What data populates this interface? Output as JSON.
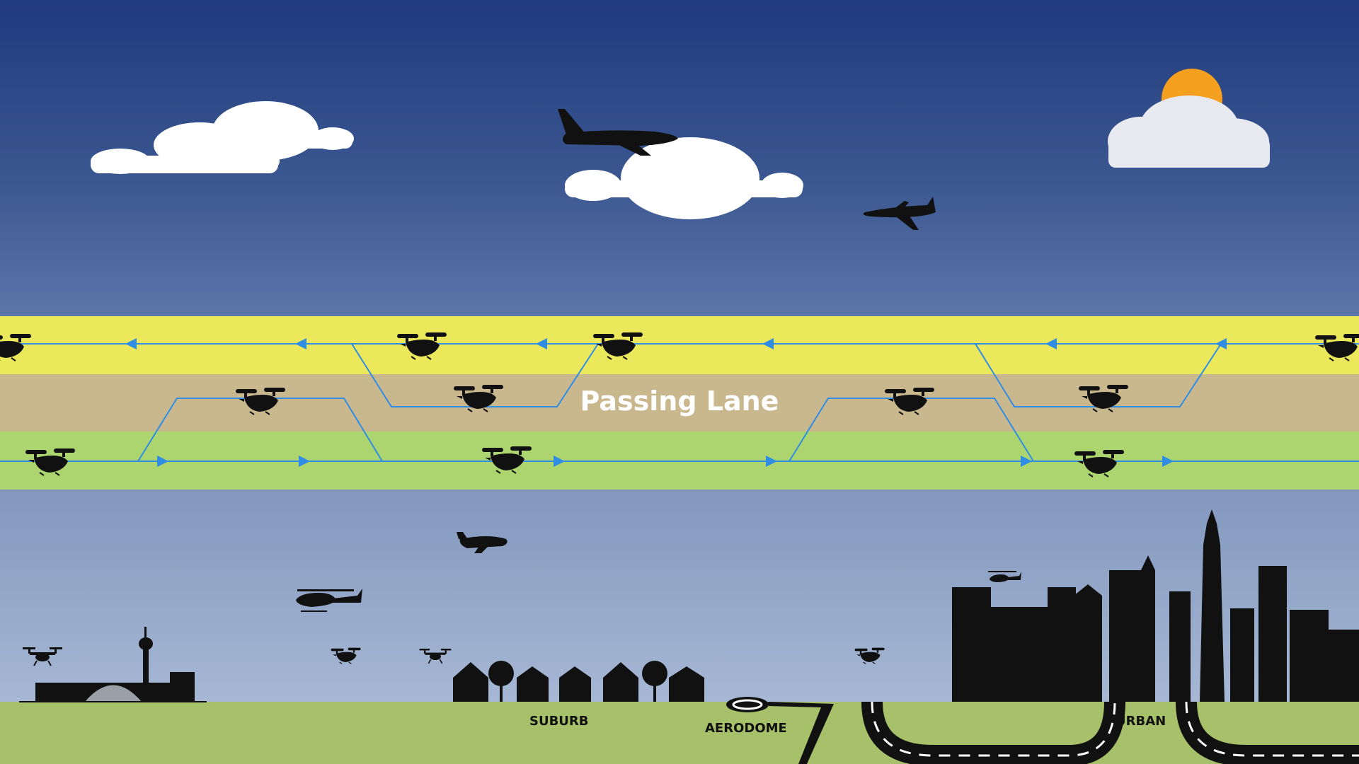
{
  "lanes": {
    "passing_label": "Passing Lane",
    "colors": {
      "top_lane": "#ebe85c",
      "passing_lane": "#c9b78e",
      "bottom_lane": "#acd56f",
      "route_line": "#2f8de4"
    }
  },
  "places": {
    "suburb": "SUBURB",
    "aerodome": "AERODOME",
    "urban": "URBAN"
  },
  "icons": {
    "aircraft": [
      "airliner-icon",
      "jet-icon",
      "small-plane-icon",
      "helicopter-icon",
      "evtol-icon",
      "quadcopter-drone-icon"
    ],
    "scenery": [
      "cloud-icon",
      "sun-icon",
      "city-skyline-icon",
      "houses-icon",
      "airport-terminal-icon",
      "helipad-icon",
      "road-icon"
    ]
  }
}
